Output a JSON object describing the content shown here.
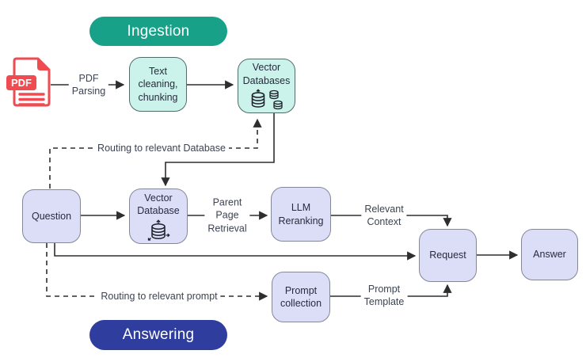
{
  "badges": {
    "ingestion": "Ingestion",
    "answering": "Answering"
  },
  "pdf_icon": {
    "label": "PDF"
  },
  "nodes": {
    "text_cleaning": {
      "label": "Text\ncleaning,\nchunking"
    },
    "vector_databases": {
      "label": "Vector\nDatabases"
    },
    "question": {
      "label": "Question"
    },
    "vector_database": {
      "label": "Vector\nDatabase"
    },
    "llm_reranking": {
      "label": "LLM\nReranking"
    },
    "prompt_collection": {
      "label": "Prompt\ncollection"
    },
    "request": {
      "label": "Request"
    },
    "answer": {
      "label": "Answer"
    }
  },
  "edge_labels": {
    "pdf_parsing": "PDF\nParsing",
    "routing_database": "Routing to relevant Database",
    "parent_page_retrieval": "Parent\nPage\nRetrieval",
    "relevant_context": "Relevant\nContext",
    "routing_prompt": "Routing to relevant prompt",
    "prompt_template": "Prompt\nTemplate"
  },
  "edges": [
    {
      "from": "pdf",
      "to": "text_cleaning",
      "label": "PDF Parsing",
      "style": "solid"
    },
    {
      "from": "text_cleaning",
      "to": "vector_databases",
      "label": "",
      "style": "solid"
    },
    {
      "from": "question",
      "to": "vector_databases",
      "label": "Routing to relevant Database",
      "style": "dashed"
    },
    {
      "from": "vector_databases",
      "to": "vector_database",
      "label": "",
      "style": "solid"
    },
    {
      "from": "question",
      "to": "vector_database",
      "label": "",
      "style": "solid"
    },
    {
      "from": "vector_database",
      "to": "llm_reranking",
      "label": "Parent Page Retrieval",
      "style": "solid"
    },
    {
      "from": "llm_reranking",
      "to": "request",
      "label": "Relevant Context",
      "style": "solid"
    },
    {
      "from": "question",
      "to": "request",
      "label": "",
      "style": "solid"
    },
    {
      "from": "question",
      "to": "prompt_collection",
      "label": "Routing to relevant prompt",
      "style": "dashed"
    },
    {
      "from": "prompt_collection",
      "to": "request",
      "label": "Prompt Template",
      "style": "solid"
    },
    {
      "from": "request",
      "to": "answer",
      "label": "",
      "style": "solid"
    }
  ],
  "colors": {
    "ingestion_badge": "#17a189",
    "answering_badge": "#2f3d9e",
    "mint_fill": "#ccf3eb",
    "mint_border": "#4e6e68",
    "lavender_fill": "#dcdef8",
    "lavender_border": "#83879a",
    "line": "#2e2e2e",
    "pdf_red": "#f14b52",
    "background": "#ffffff"
  }
}
